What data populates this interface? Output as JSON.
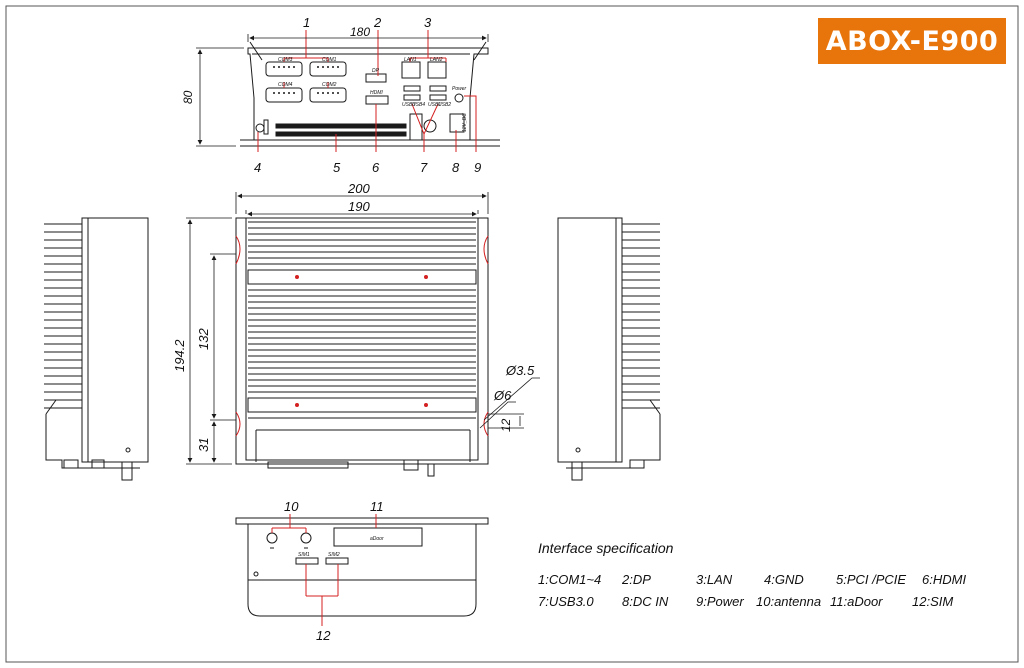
{
  "badge": {
    "label": "ABOX-E900",
    "color": "#e8740c"
  },
  "spec_title": "Interface specification",
  "spec_items": [
    "1:COM1~4",
    "2:DP",
    "3:LAN",
    "4:GND",
    "5:PCI /PCIE",
    "6:HDMI",
    "7:USB3.0",
    "8:DC IN",
    "9:Power",
    "10:antenna",
    "11:aDoor",
    "12:SIM"
  ],
  "front_view": {
    "width_dim": "180",
    "height_dim": "80",
    "callouts_top": [
      "1",
      "2",
      "3"
    ],
    "callouts_bottom": [
      "4",
      "5",
      "6",
      "7",
      "8",
      "9"
    ],
    "small_labels": [
      "COM3",
      "COM1",
      "COM4",
      "COM2",
      "DP",
      "HDMI",
      "LAN1",
      "LAN2",
      "USB3",
      "USB4",
      "USB1",
      "USB2",
      "Power",
      "12V_DC"
    ]
  },
  "top_view": {
    "dims": [
      "200",
      "190",
      "194.2",
      "132",
      "31",
      "Ø3.5",
      "Ø6",
      "12"
    ]
  },
  "bottom_view": {
    "callouts": [
      "10",
      "11",
      "12"
    ],
    "small_labels": [
      "aDoor",
      "SIM1",
      "SIM2"
    ]
  },
  "colors": {
    "line": "#1a1a1a",
    "callout": "#d42020",
    "frame": "#555555"
  }
}
